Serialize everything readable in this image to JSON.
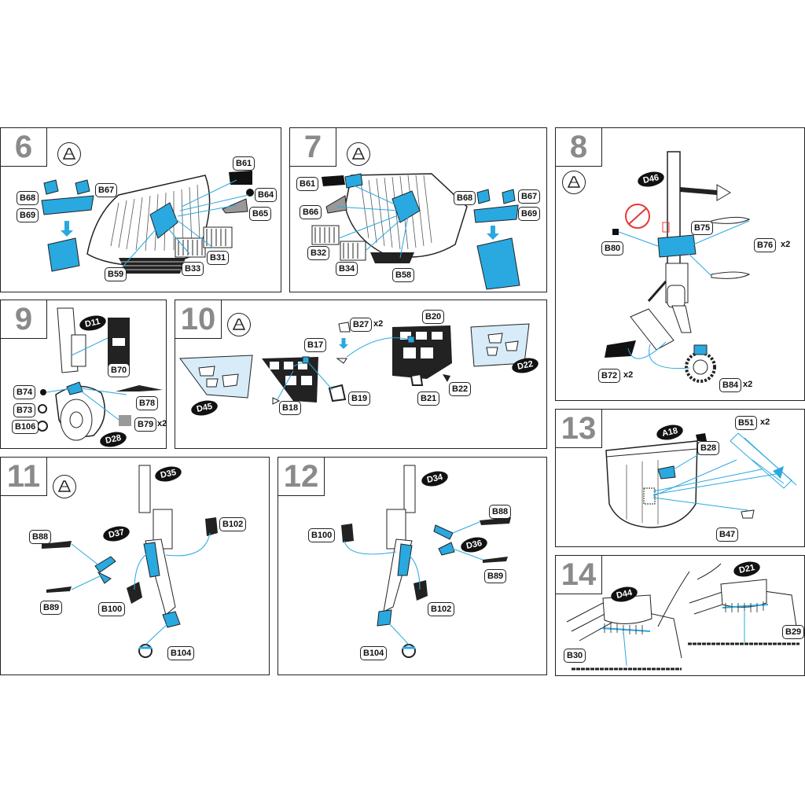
{
  "panels": [
    {
      "step": "6",
      "labels": [
        "B61",
        "B64",
        "B65",
        "B67",
        "B68",
        "B69",
        "B31",
        "B33",
        "B59"
      ]
    },
    {
      "step": "7",
      "labels": [
        "B61",
        "B66",
        "B32",
        "B34",
        "B58",
        "B68",
        "B67",
        "B69"
      ]
    },
    {
      "step": "8",
      "dark_labels": [
        "D46"
      ],
      "labels": [
        "B75",
        "B80",
        "B76",
        "B72",
        "B84"
      ],
      "qty": {
        "b76": "x2",
        "b72": "x2",
        "b84": "x2"
      }
    },
    {
      "step": "9",
      "dark_labels": [
        "D11",
        "D28"
      ],
      "labels": [
        "B70",
        "B74",
        "B73",
        "B106",
        "B78",
        "B79"
      ],
      "qty": {
        "b79": "x2"
      }
    },
    {
      "step": "10",
      "dark_labels": [
        "D45",
        "D22"
      ],
      "labels": [
        "B27",
        "B20",
        "B17",
        "B18",
        "B19",
        "B21",
        "B22"
      ],
      "qty": {
        "b27": "x2"
      }
    },
    {
      "step": "11",
      "dark_labels": [
        "D35",
        "D37"
      ],
      "labels": [
        "B88",
        "B89",
        "B100",
        "B102",
        "B104"
      ]
    },
    {
      "step": "12",
      "dark_labels": [
        "D34",
        "D36"
      ],
      "labels": [
        "B88",
        "B100",
        "B89",
        "B102",
        "B104"
      ]
    },
    {
      "step": "13",
      "dark_labels": [
        "A18"
      ],
      "labels": [
        "B51",
        "B28",
        "B47"
      ],
      "qty": {
        "b51": "x2"
      }
    },
    {
      "step": "14",
      "dark_labels": [
        "D21",
        "D44"
      ],
      "labels": [
        "B29",
        "B30"
      ]
    }
  ],
  "colors": {
    "accent": "#29a9e0",
    "line": "#222222",
    "step_number": "#8a8a8a",
    "warning": "#e53935"
  },
  "icons": {
    "glue": "glue-bottle-icon",
    "remove": "prohibit-icon"
  }
}
